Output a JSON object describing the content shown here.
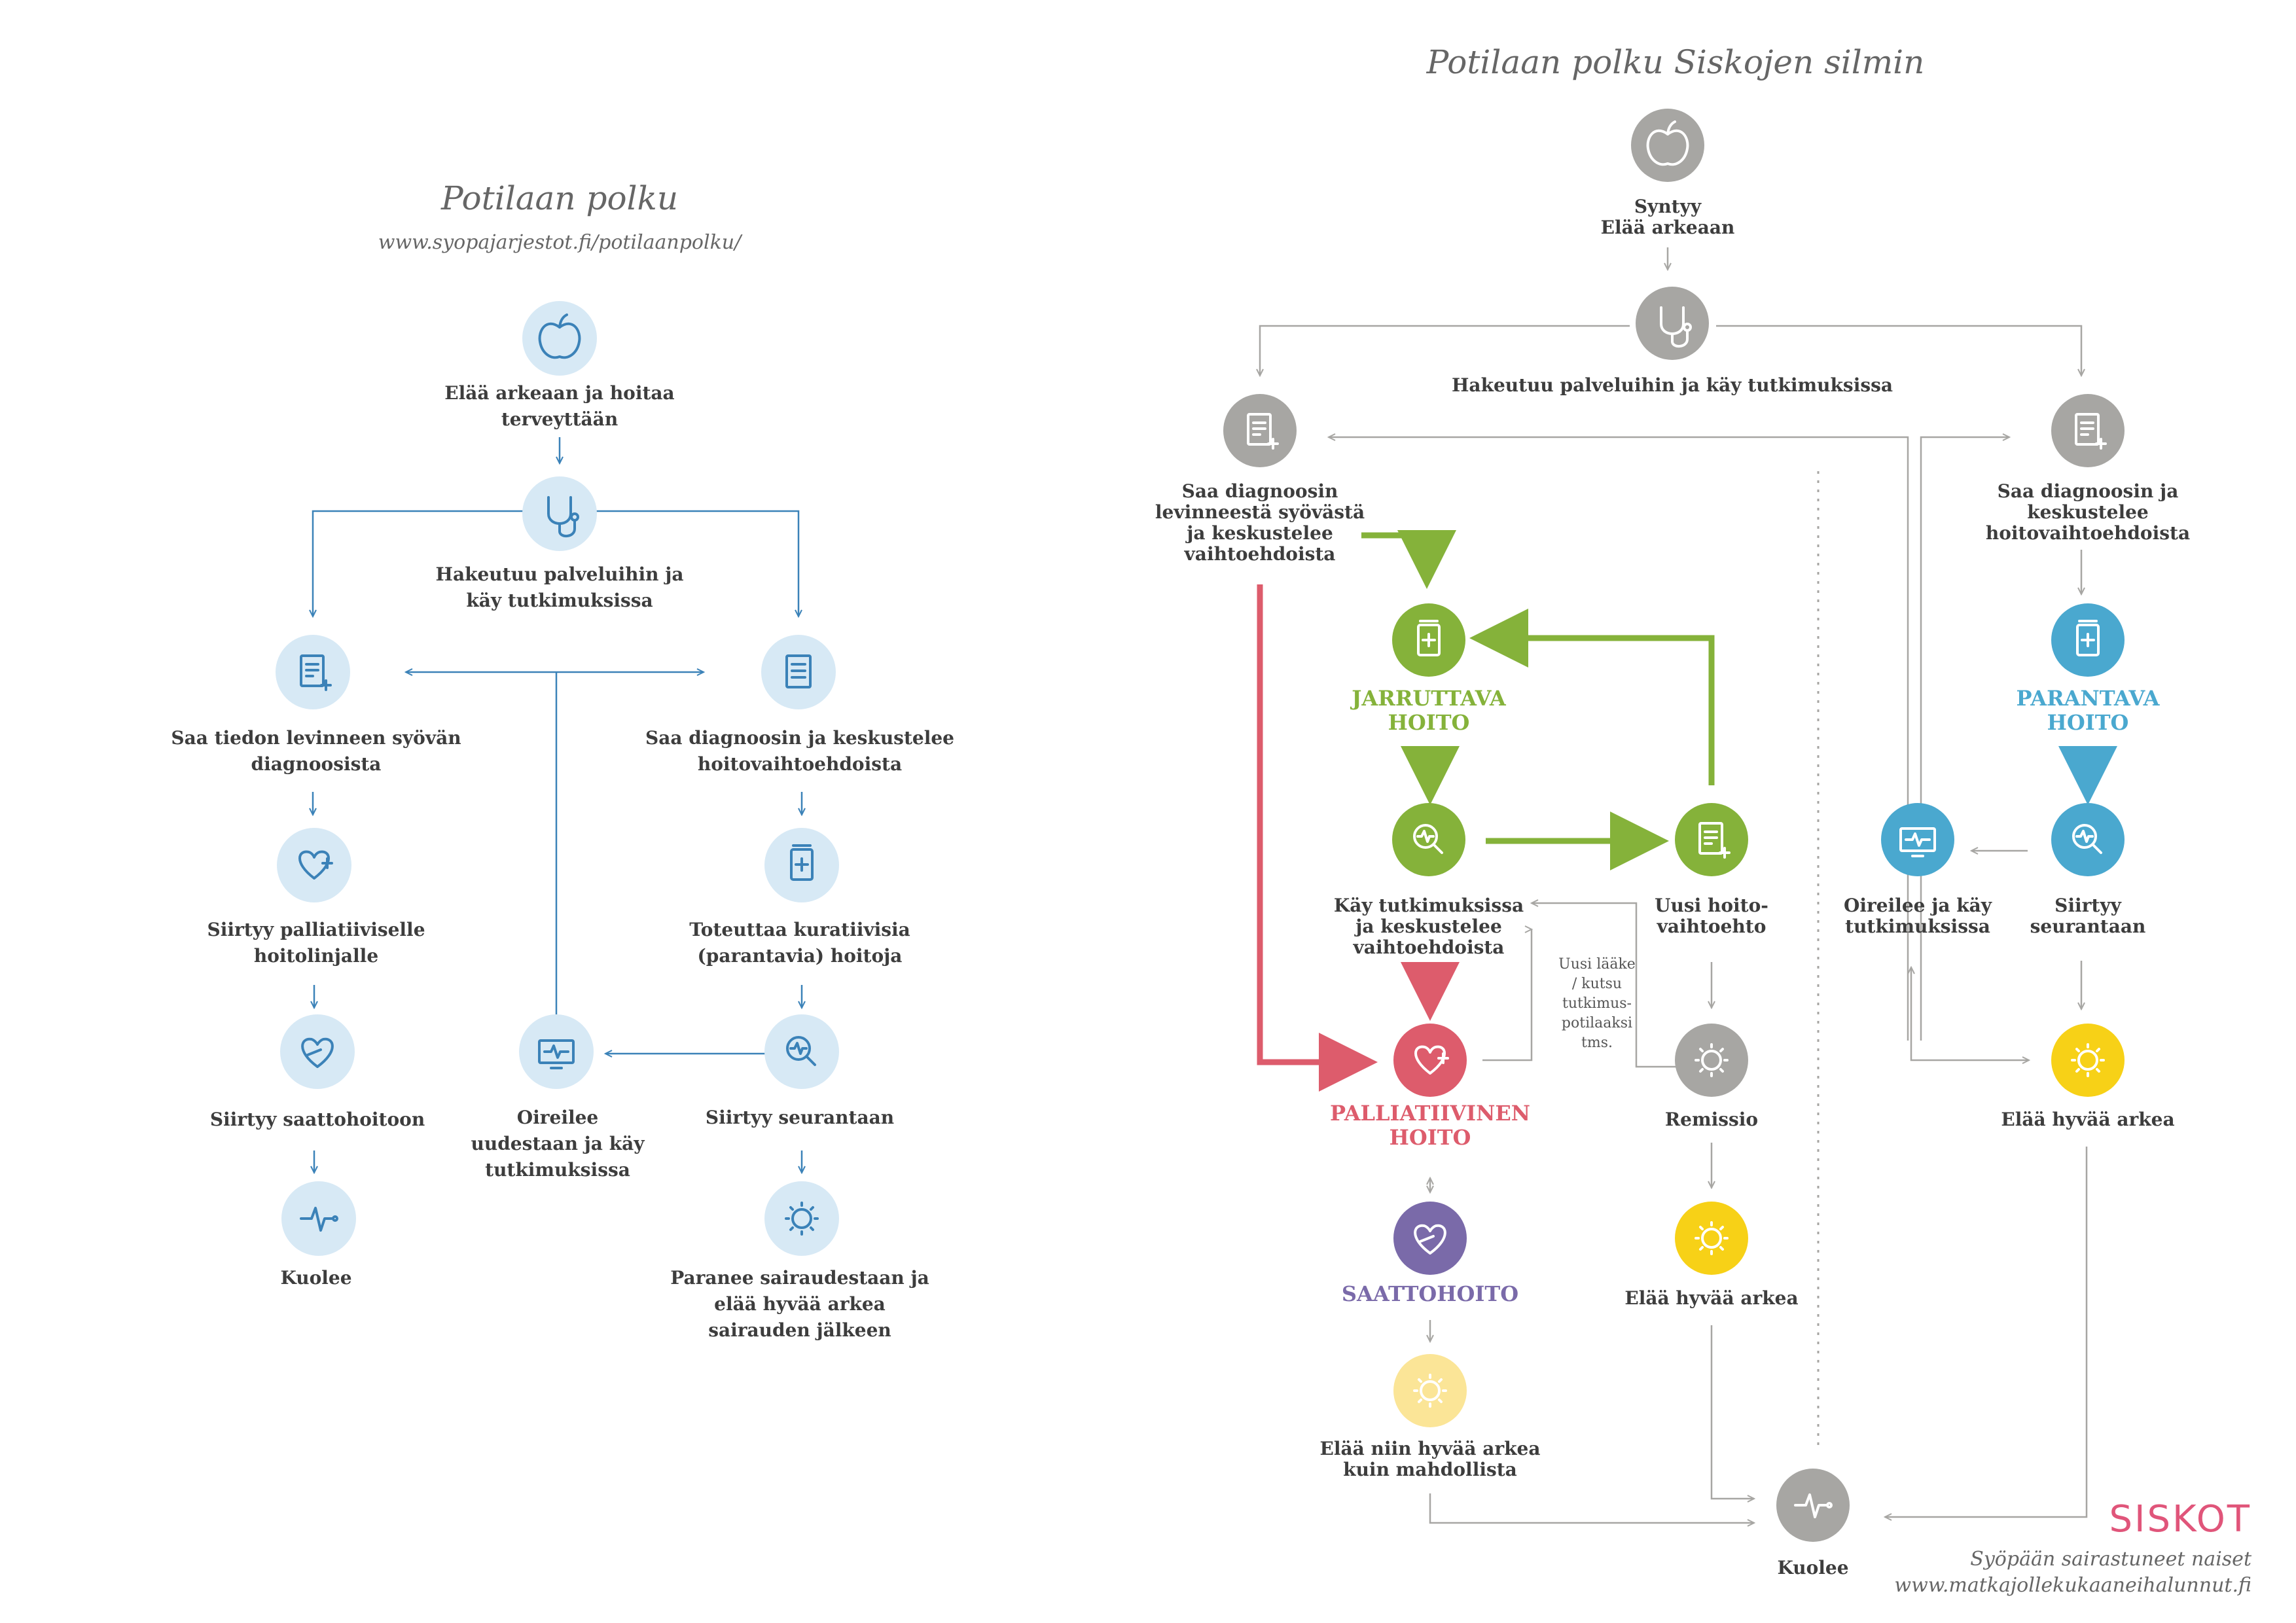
{
  "left": {
    "title": "Potilaan polku",
    "url": "www.syopajarjestot.fi/potilaanpolku/",
    "nodes": {
      "start_1": "Elää arkeaan ja hoitaa",
      "start_2": "terveyttään",
      "seek_1": "Hakeutuu palveluihin ja",
      "seek_2": "käy tutkimuksissa",
      "spread_1": "Saa tiedon levinneen syövän",
      "spread_2": "diagnoosista",
      "diag_1": "Saa diagnoosin ja keskustelee",
      "diag_2": "hoitovaihtoehdoista",
      "pall_1": "Siirtyy palliatiiviselle",
      "pall_2": "hoitolinjalle",
      "cur_1": "Toteuttaa kuratiivisia",
      "cur_2": "(parantavia) hoitoja",
      "hosp": "Siirtyy saattohoitoon",
      "sym_1": "Oireilee",
      "sym_2": "uudestaan ja käy",
      "sym_3": "tutkimuksissa",
      "follow": "Siirtyy seurantaan",
      "dies": "Kuolee",
      "heal_1": "Paranee sairaudestaan ja",
      "heal_2": "elää hyvää arkea",
      "heal_3": "sairauden jälkeen"
    }
  },
  "right": {
    "title": "Potilaan polku Siskojen silmin",
    "nodes": {
      "born": "Syntyy",
      "everyday": "Elää arkeaan",
      "seek": "Hakeutuu palveluihin ja käy tutkimuksissa",
      "spread_1": "Saa diagnoosin",
      "spread_2": "levinneestä syövästä",
      "spread_3": "ja keskustelee",
      "spread_4": "vaihtoehdoista",
      "diag_1": "Saa diagnoosin ja",
      "diag_2": "keskustelee",
      "diag_3": "hoitovaihtoehdoista",
      "slowing_1": "JARRUTTAVA",
      "slowing_2": "HOITO",
      "curative_1": "PARANTAVA",
      "curative_2": "HOITO",
      "exams_1": "Käy tutkimuksissa",
      "exams_2": "ja keskustelee",
      "exams_3": "vaihtoehdoista",
      "newopt_1": "Uusi hoito-",
      "newopt_2": "vaihtoehto",
      "sym_1": "Oireilee ja käy",
      "sym_2": "tutkimuksissa",
      "follow_1": "Siirtyy",
      "follow_2": "seurantaan",
      "note_1": "Uusi lääke",
      "note_2": "/ kutsu",
      "note_3": "tutkimus-",
      "note_4": "potilaaksi",
      "note_5": "tms.",
      "palliative_1": "PALLIATIIVINEN",
      "palliative_2": "HOITO",
      "remission": "Remissio",
      "goodlife": "Elää hyvää arkea",
      "hospice": "SAATTOHOITO",
      "goodlife2": "Elää hyvää arkea",
      "bestlife_1": "Elää niin hyvää arkea",
      "bestlife_2": "kuin mahdollista",
      "dies": "Kuolee"
    }
  },
  "logo": "SISKOT",
  "footer_1": "Syöpään sairastuneet naiset",
  "footer_2": "www.matkajollekukaaneihalunnut.fi",
  "colors": {
    "blue_line": "#3b82b8",
    "blue_bg": "#d7e9f5",
    "gray": "#a7a6a3",
    "green": "#85b23a",
    "red": "#dd5c6c",
    "teal": "#4aa8cf",
    "purple": "#7a6aa9",
    "yellow": "#f7d117",
    "light_yellow": "#fbe597"
  }
}
